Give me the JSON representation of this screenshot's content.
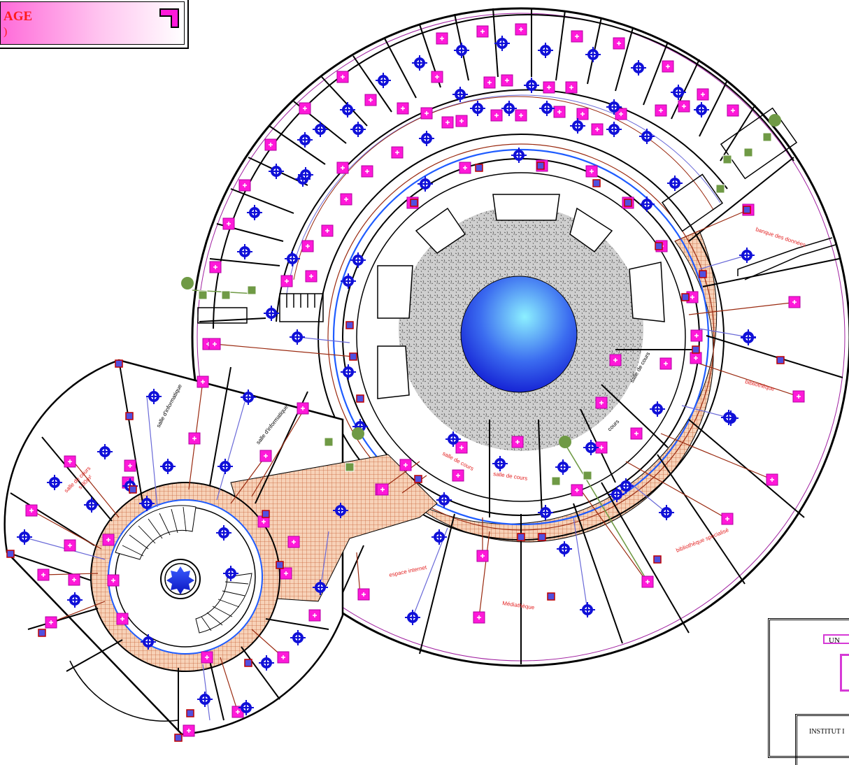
{
  "title_block_top": {
    "line1": "AGE",
    "line2": ")"
  },
  "title_block_bottom": {
    "box_text": "UN",
    "institut_text": "INSTITUT I"
  },
  "rooms": {
    "banque": "banque des données",
    "bibliotheque": "bibliothèque",
    "salle_cours_right": "salle de cours",
    "cours_right": "cours",
    "salle_info_1": "salle d'informatique",
    "salle_info_2": "salle d'informatique",
    "salle_cours_mid1": "salle de cours",
    "salle_cours_mid2": "salle de cours",
    "biblio_spec": "bibliothèque specialisé",
    "espace_internet": "espace internet",
    "mediatheque": "Médiathèque",
    "salle_cours_left": "salle de cours",
    "left_area": "s 80m²"
  },
  "colors": {
    "wall": "#000000",
    "outlet": "#ff19d9",
    "light": "#1010d8",
    "wire_brown": "#9a2a10",
    "wire_blue": "#6a6ad8",
    "wire_purple": "#a020a0",
    "gallery_fill": "#e9b08a",
    "pool_light": "#7fe6ff",
    "pool_dark": "#1a2ae6",
    "green": "#6f9a45"
  },
  "icons": {
    "outlet": "pink-outlet-icon",
    "light": "blue-light-fixture-icon",
    "junction": "junction-box-icon",
    "green_node": "green-node-icon"
  }
}
